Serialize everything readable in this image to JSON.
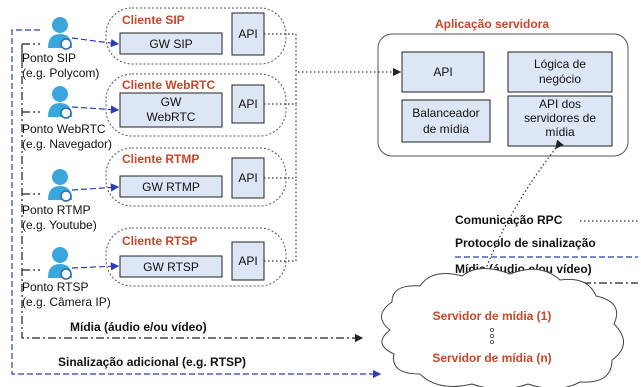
{
  "server_app": {
    "title": "Aplicação servidora",
    "api": "API",
    "logic": [
      "Lógica de",
      "negócio"
    ],
    "balancer": [
      "Balanceador",
      "de mídia"
    ],
    "servers_api": [
      "API dos",
      "servidores de",
      "mídia"
    ]
  },
  "clients": [
    {
      "title": "Cliente SIP",
      "gw": [
        "GW SIP"
      ],
      "api": "API",
      "point": [
        "Ponto SIP",
        "(e.g. Polycom)"
      ]
    },
    {
      "title": "Cliente WebRTC",
      "gw": [
        "GW",
        "WebRTC"
      ],
      "api": "API",
      "point": [
        "Ponto WebRTC",
        "(e.g. Navegador)"
      ]
    },
    {
      "title": "Cliente RTMP",
      "gw": [
        "GW RTMP"
      ],
      "api": "API",
      "point": [
        "Ponto RTMP",
        "(e.g. Youtube)"
      ]
    },
    {
      "title": "Cliente RTSP",
      "gw": [
        "GW RTSP"
      ],
      "api": "API",
      "point": [
        "Ponto RTSP",
        "(e.g. Câmera IP)"
      ]
    }
  ],
  "legend": {
    "rpc": "Comunicação RPC",
    "signaling": "Protocolo de sinalização",
    "media": "Mídia (áudio e/ou vídeo)"
  },
  "cloud": {
    "server_1": "Servidor de mídia (1)",
    "server_n": "Servidor de mídia (n)"
  },
  "bottom": {
    "media_line": "Mídia (áudio e/ou vídeo)",
    "extra_signaling": "Sinalização adicional (e.g. RTSP)"
  },
  "colors": {
    "accent": "#c8462a",
    "box_fill": "#dce6f4",
    "signaling_blue": "#2a3fb5",
    "person": "#3aa6dc"
  }
}
